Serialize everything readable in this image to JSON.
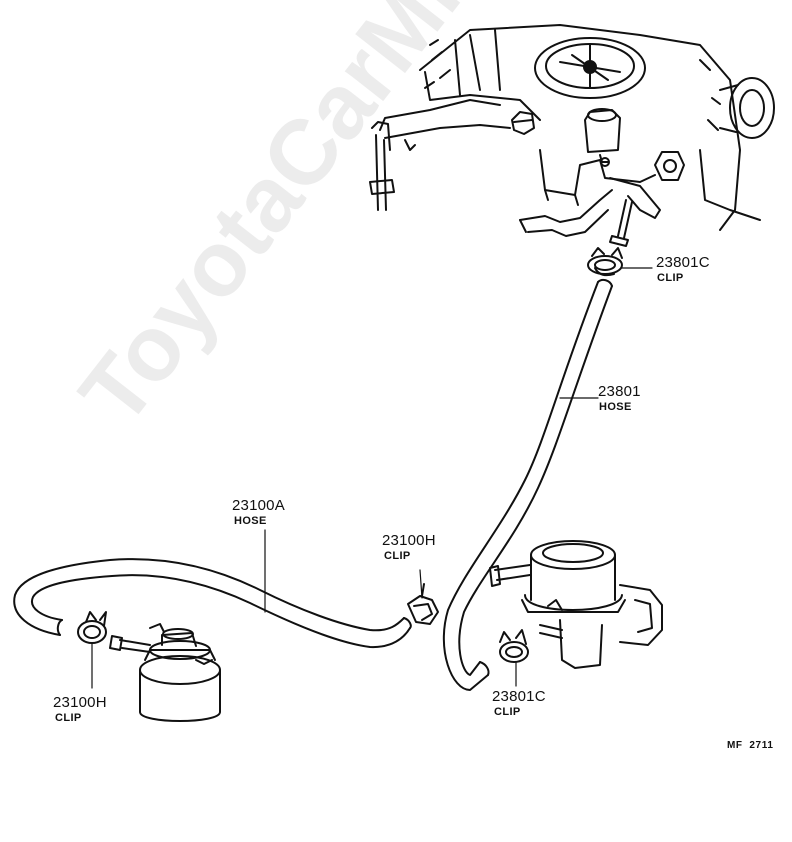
{
  "labels": {
    "clip_top_right": {
      "number": "23801C",
      "name": "CLIP"
    },
    "hose_right": {
      "number": "23801",
      "name": "HOSE"
    },
    "hose_left": {
      "number": "23100A",
      "name": "HOSE"
    },
    "clip_middle": {
      "number": "23100H",
      "name": "CLIP"
    },
    "clip_left": {
      "number": "23100H",
      "name": "CLIP"
    },
    "clip_bottom": {
      "number": "23801C",
      "name": "CLIP"
    }
  },
  "figure_code": "MF  2711",
  "watermark": "ToyotaCarMine.ru",
  "colors": {
    "ink": "#111111",
    "background": "#ffffff"
  }
}
